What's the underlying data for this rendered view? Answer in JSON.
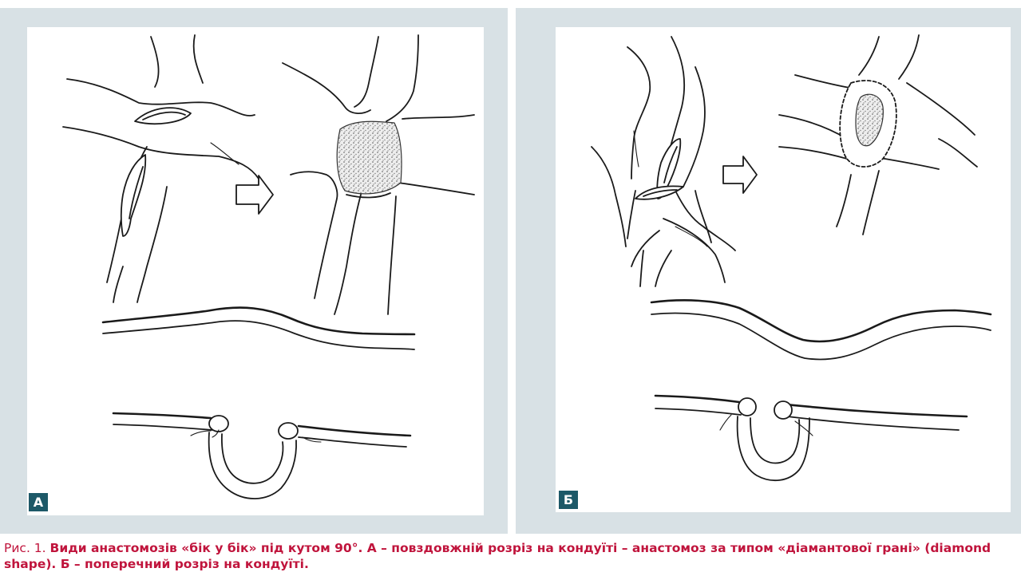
{
  "panels": [
    {
      "id": "a",
      "label": "А"
    },
    {
      "id": "b",
      "label": "Б"
    }
  ],
  "caption": {
    "prefix": "Рис. 1. ",
    "text": "Види анастомозів «бік у бік» під кутом 90°. А – повздовжній розріз на кондуїті – анастомоз за типом «діамантової грані» (diamond shape). Б – поперечний розріз на кондуїті."
  }
}
